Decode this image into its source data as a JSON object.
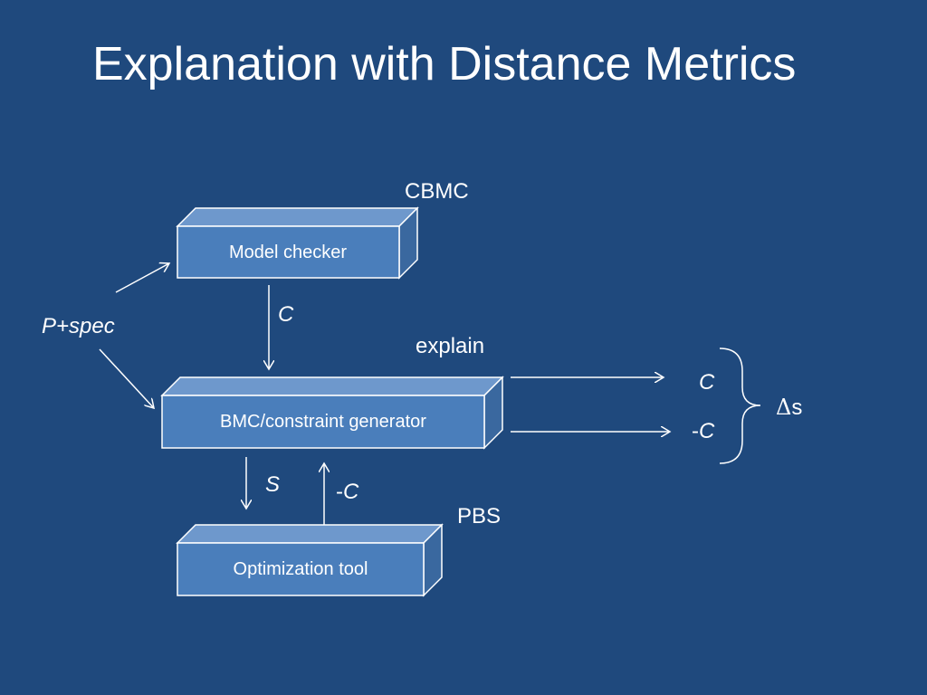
{
  "slide": {
    "title": "Explanation with Distance Metrics"
  },
  "boxes": {
    "model_checker": "Model checker",
    "bmc_generator": "BMC/constraint generator",
    "optimization_tool": "Optimization tool"
  },
  "labels": {
    "cbmc": "CBMC",
    "pbs": "PBS",
    "p_spec": "P+spec",
    "c_down": "C",
    "explain": "explain",
    "out_c": "C",
    "out_neg_c_prefix": "-",
    "out_neg_c_var": "C",
    "s_down": "S",
    "neg_c_up_prefix": "-",
    "neg_c_up_var": "C",
    "delta_s_symbol": "Δ",
    "delta_s_var": "s"
  },
  "colors": {
    "background": "#1f497d",
    "box_front": "#4a7ebb",
    "box_top": "#6e98cc",
    "box_side": "#3a689f",
    "stroke": "#ffffff"
  }
}
